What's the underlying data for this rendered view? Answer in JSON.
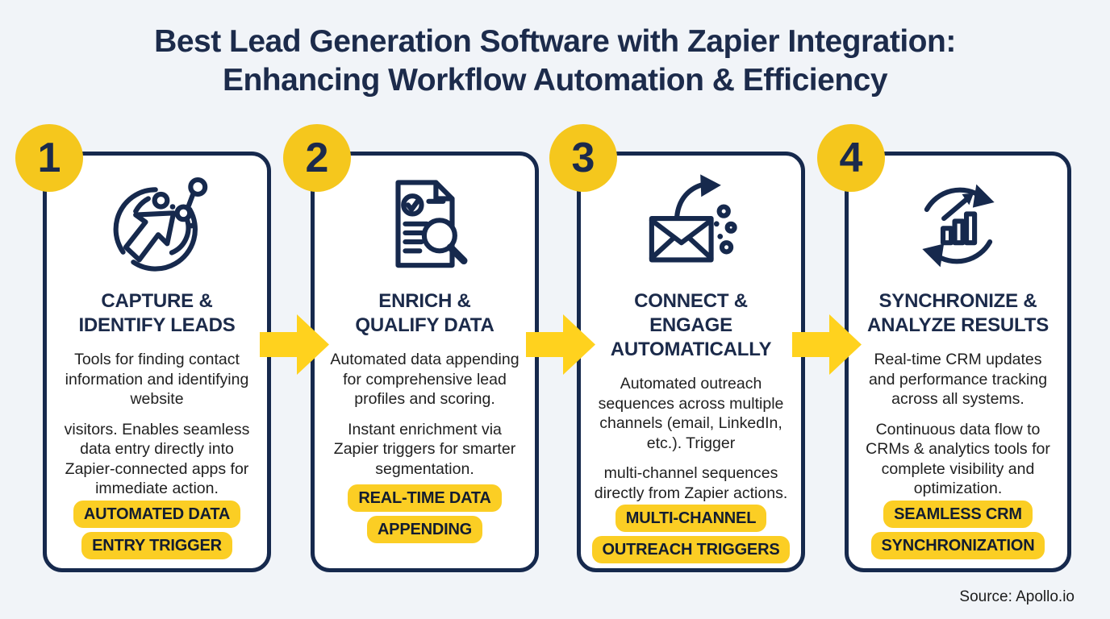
{
  "title": {
    "line1": "Best Lead Generation Software with Zapier Integration:",
    "line2": "Enhancing Workflow Automation & Efficiency"
  },
  "source": "Source: Apollo.io",
  "colors": {
    "background": "#f1f4f8",
    "card_background": "#ffffff",
    "navy": "#16294d",
    "accent_yellow_circle": "#f5c71d",
    "accent_yellow_arrow": "#ffd21e",
    "accent_yellow_badge": "#fbce24"
  },
  "steps": [
    {
      "number": "1",
      "icon": "cursor-network-icon",
      "title_line1": "CAPTURE &",
      "title_line2": "IDENTIFY LEADS",
      "body1": "Tools for finding contact information and identifying website",
      "body2": "visitors. Enables seamless data entry directly into Zapier-connected apps for immediate action.",
      "badge_line1": "AUTOMATED DATA",
      "badge_line2": "ENTRY TRIGGER"
    },
    {
      "number": "2",
      "icon": "document-search-icon",
      "title_line1": "ENRICH &",
      "title_line2": "QUALIFY DATA",
      "body1": "Automated data appending for comprehensive lead profiles and scoring.",
      "body2": "Instant enrichment via Zapier triggers for smarter segmentation.",
      "badge_line1": "REAL-TIME DATA",
      "badge_line2": "APPENDING"
    },
    {
      "number": "3",
      "icon": "email-outreach-icon",
      "title_line1": "CONNECT & ENGAGE",
      "title_line2": "AUTOMATICALLY",
      "body1": "Automated outreach sequences across multiple channels (email, LinkedIn, etc.). Trigger",
      "body2": "multi-channel sequences directly from Zapier actions.",
      "badge_line1": "MULTI-CHANNEL",
      "badge_line2": "OUTREACH TRIGGERS"
    },
    {
      "number": "4",
      "icon": "sync-analytics-icon",
      "title_line1": "SYNCHRONIZE &",
      "title_line2": "ANALYZE RESULTS",
      "body1": "Real-time CRM updates and performance tracking across all systems.",
      "body2": "Continuous data flow to CRMs & analytics tools for complete visibility and optimization.",
      "badge_line1": "SEAMLESS CRM",
      "badge_line2": "SYNCHRONIZATION"
    }
  ]
}
